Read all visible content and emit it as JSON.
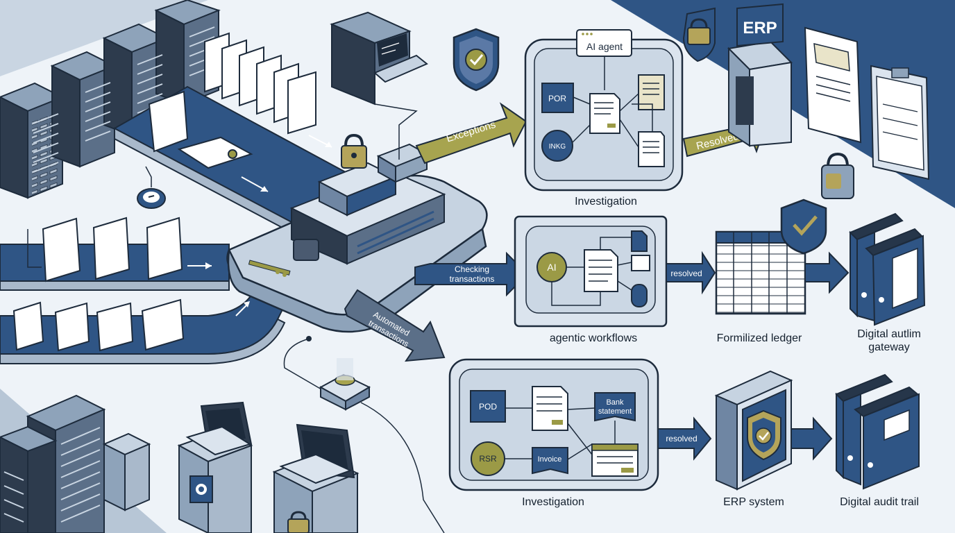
{
  "labels": {
    "ai_agent": "AI agent",
    "por": "POR",
    "inkg": "INKG",
    "exceptions": "Exceptions",
    "resolved_top": "Resolved",
    "erp_sign": "ERP",
    "investigation_top": "Investigation",
    "checking_line1": "Checking",
    "checking_line2": "transactions",
    "ai": "AI",
    "agentic_workflows": "agentic workflows",
    "resolved_mid": "resolved",
    "formalized_ledger": "Formilized ledger",
    "digital_gateway": "Digital autlim gateway",
    "automated_line1": "Automated",
    "automated_line2": "transactions",
    "pod": "POD",
    "rsr": "RSR",
    "bank_line1": "Bank",
    "bank_line2": "statement",
    "invoice": "Invoice",
    "resolved_bottom": "resolved",
    "investigation_bottom": "Investigation",
    "erp_system": "ERP system",
    "digital_audit_trail": "Digital audit trail"
  },
  "colors": {
    "background": "#eef3f8",
    "navy": "#2f5585",
    "dark_navy": "#26364a",
    "steel": "#6f86a3",
    "panel": "#dbe4ee",
    "olive": "#9b9a46",
    "outline": "#1d2b3c"
  }
}
